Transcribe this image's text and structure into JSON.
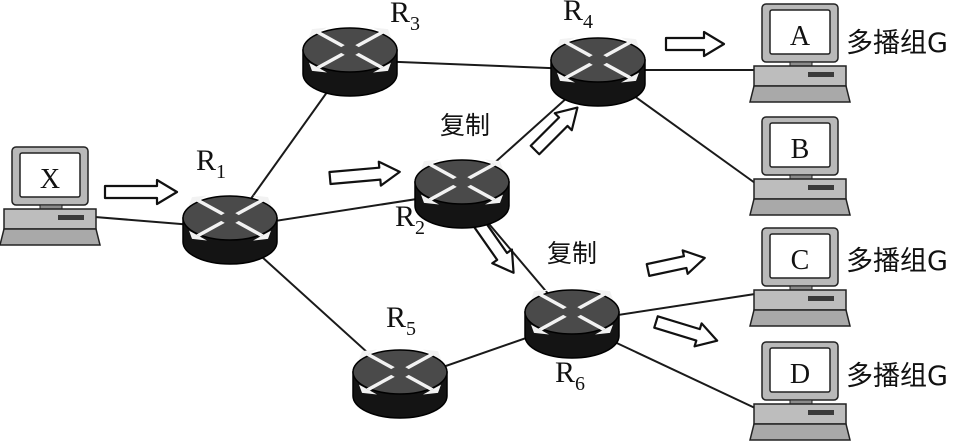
{
  "diagram": {
    "routers": [
      {
        "id": "R1",
        "base": "R",
        "sub": "1"
      },
      {
        "id": "R2",
        "base": "R",
        "sub": "2"
      },
      {
        "id": "R3",
        "base": "R",
        "sub": "3"
      },
      {
        "id": "R4",
        "base": "R",
        "sub": "4"
      },
      {
        "id": "R5",
        "base": "R",
        "sub": "5"
      },
      {
        "id": "R6",
        "base": "R",
        "sub": "6"
      }
    ],
    "hosts": [
      {
        "id": "X",
        "label": "X"
      },
      {
        "id": "A",
        "label": "A"
      },
      {
        "id": "B",
        "label": "B"
      },
      {
        "id": "C",
        "label": "C"
      },
      {
        "id": "D",
        "label": "D"
      }
    ],
    "copy_label": "复制",
    "group_label": "多播组G",
    "group_members": [
      "A",
      "C",
      "D"
    ],
    "links": [
      [
        "X",
        "R1"
      ],
      [
        "R1",
        "R3"
      ],
      [
        "R1",
        "R2"
      ],
      [
        "R1",
        "R5"
      ],
      [
        "R3",
        "R4"
      ],
      [
        "R2",
        "R4"
      ],
      [
        "R2",
        "R6"
      ],
      [
        "R5",
        "R6"
      ],
      [
        "R4",
        "A"
      ],
      [
        "R4",
        "B"
      ],
      [
        "R6",
        "C"
      ],
      [
        "R6",
        "D"
      ]
    ],
    "flow": [
      [
        "X",
        "R1"
      ],
      [
        "R1",
        "R2"
      ],
      [
        "R2",
        "R4"
      ],
      [
        "R2",
        "R6"
      ],
      [
        "R4",
        "A"
      ],
      [
        "R6",
        "C"
      ],
      [
        "R6",
        "D"
      ]
    ]
  }
}
